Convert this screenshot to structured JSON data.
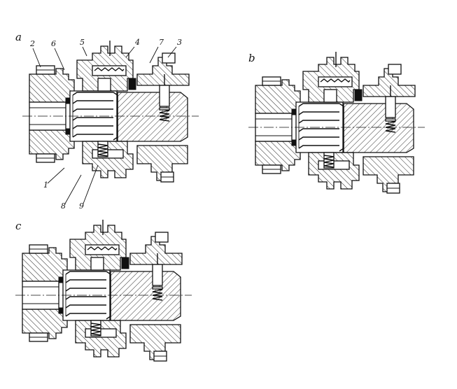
{
  "figure": {
    "panels": [
      {
        "id": "a",
        "label": "a"
      },
      {
        "id": "b",
        "label": "b"
      },
      {
        "id": "c",
        "label": "c"
      }
    ],
    "part_labels": [
      "1",
      "2",
      "3",
      "4",
      "5",
      "6",
      "7",
      "8",
      "9"
    ],
    "colors": {
      "ink": "#111111",
      "paper": "#ffffff"
    }
  }
}
